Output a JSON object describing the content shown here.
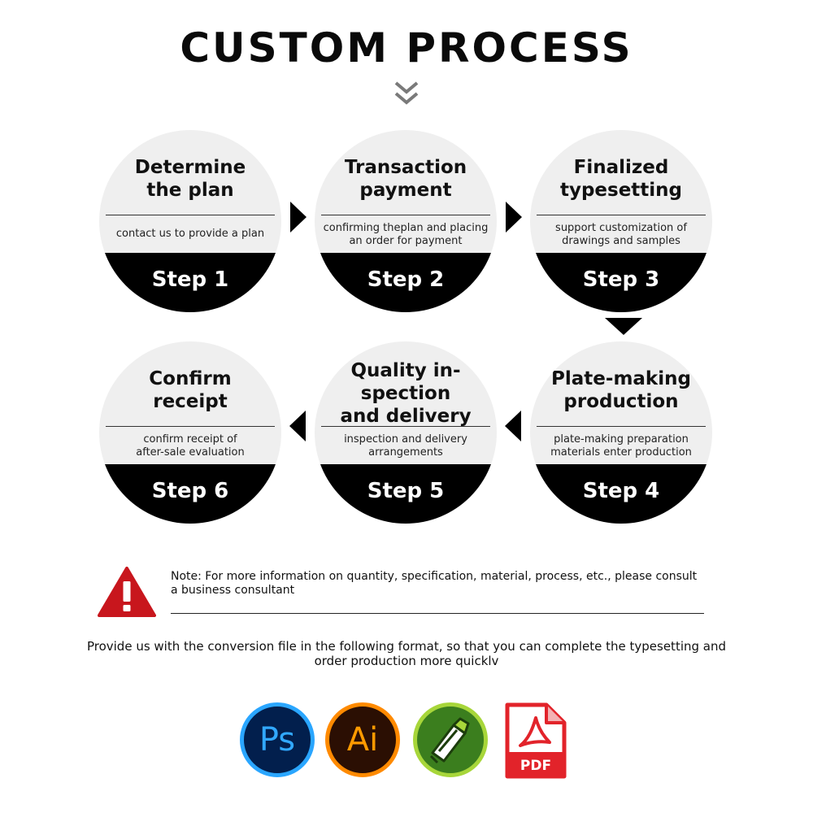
{
  "title": "CUSTOM PROCESS",
  "steps": [
    {
      "title": "Determine\nthe plan",
      "desc": "contact us to provide a plan",
      "label": "Step 1"
    },
    {
      "title": "Transaction\npayment",
      "desc": "confirming theplan and placing\nan order for payment",
      "label": "Step 2"
    },
    {
      "title": "Finalized\ntypesetting",
      "desc": "support customization of\ndrawings and samples",
      "label": "Step 3"
    },
    {
      "title": "Plate-making\nproduction",
      "desc": "plate-making preparation\nmaterials enter production",
      "label": "Step 4"
    },
    {
      "title": "Quality in-\nspection\nand delivery",
      "desc": "inspection and delivery\narrangements",
      "label": "Step 5"
    },
    {
      "title": "Confirm\nreceipt",
      "desc": "confirm receipt of\nafter-sale evaluation",
      "label": "Step 6"
    }
  ],
  "note": "Note: For more information on quantity, specification, material, process, etc., please consult a business consultant",
  "provide": "Provide us with the conversion file in the following format, so that you can complete the typesetting and order production more quicklv",
  "formats": [
    {
      "icon": "photoshop-icon",
      "text": "Ps"
    },
    {
      "icon": "illustrator-icon",
      "text": "Ai"
    },
    {
      "icon": "coreldraw-icon"
    },
    {
      "icon": "pdf-icon",
      "text": "PDF"
    }
  ],
  "colors": {
    "accent": "#000000",
    "circle": "#efefef",
    "warning": "#c8161d",
    "pdf": "#e2232a"
  }
}
